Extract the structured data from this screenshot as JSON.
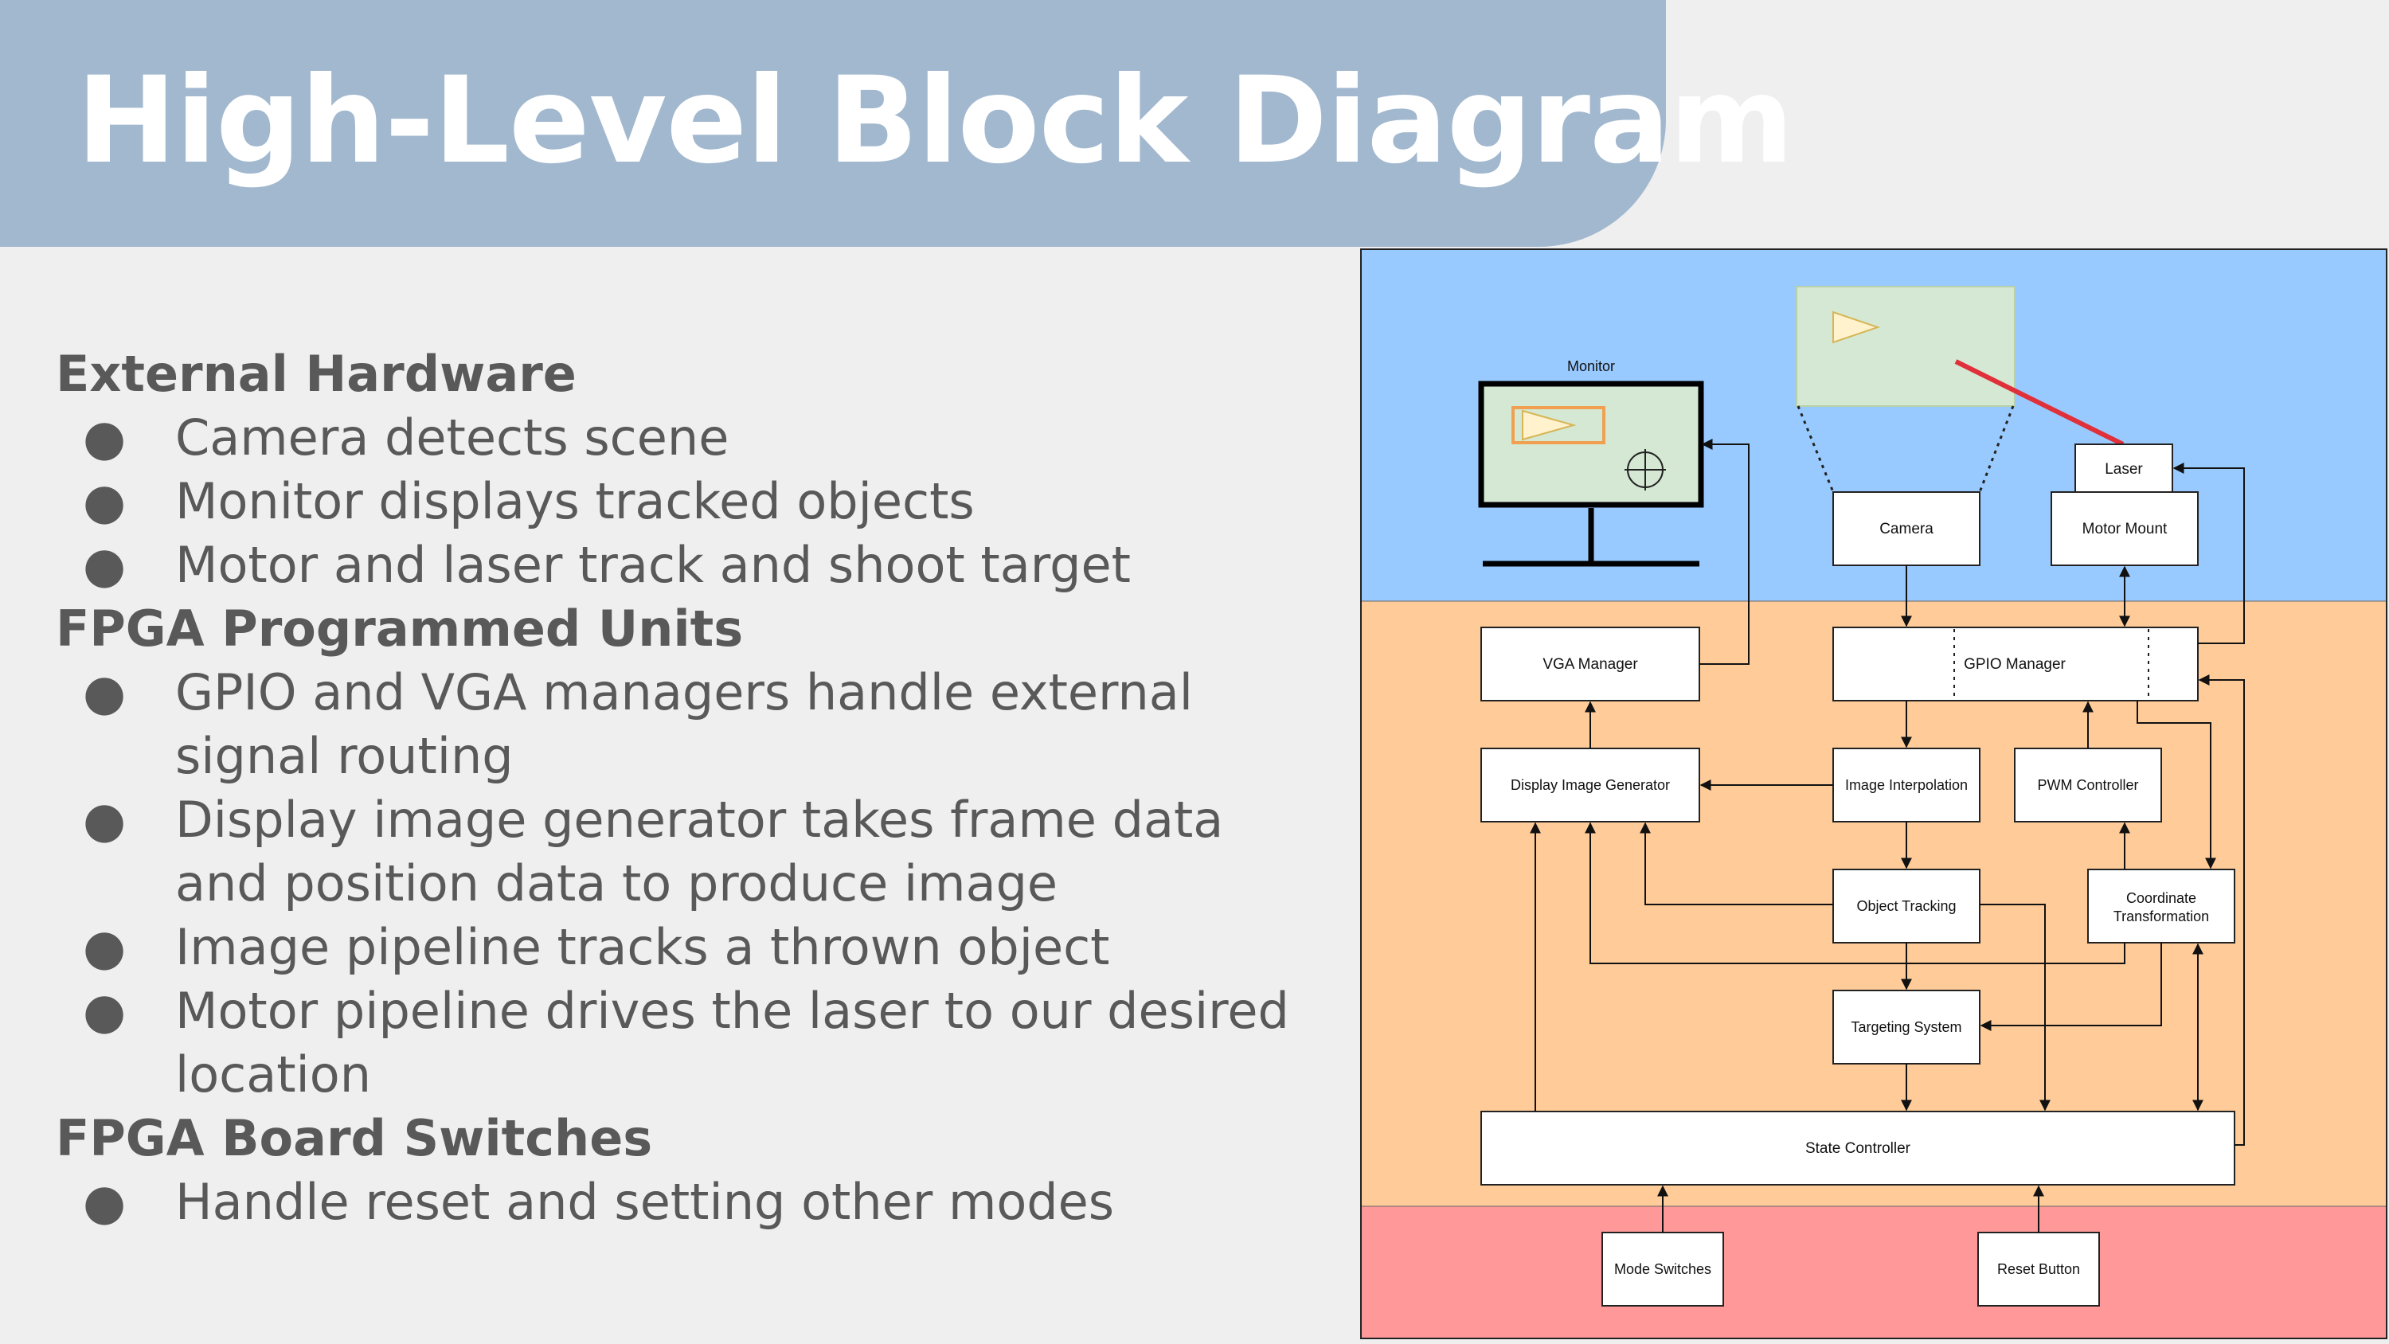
{
  "slide": {
    "title": "High-Level Block Diagram",
    "sections": [
      {
        "heading": "External Hardware",
        "bullets": [
          [
            "Camera detects scene"
          ],
          [
            "Monitor displays tracked objects"
          ],
          [
            "Motor and laser track and shoot target"
          ]
        ]
      },
      {
        "heading": "FPGA Programmed Units",
        "bullets": [
          [
            "GPIO and VGA managers handle external",
            "signal routing"
          ],
          [
            "Display image generator takes frame data",
            "and position data to produce image"
          ],
          [
            "Image pipeline tracks a thrown object"
          ],
          [
            "Motor pipeline drives the laser to our desired",
            "location"
          ]
        ]
      },
      {
        "heading": "FPGA Board Switches",
        "bullets": [
          [
            "Handle reset and setting other modes"
          ]
        ]
      }
    ],
    "bullet_glyph": "●"
  },
  "diagram": {
    "colors": {
      "external": "#99caff",
      "fpga": "#ffcc99",
      "switches": "#ff9999",
      "scene": "#d5e8d4",
      "laser_beam": "#e0303a"
    },
    "labels": {
      "monitor": "Monitor",
      "camera": "Camera",
      "laser": "Laser",
      "motor_mount": "Motor Mount",
      "vga_manager": "VGA Manager",
      "gpio_manager": "GPIO Manager",
      "display_image_generator": "Display Image Generator",
      "image_interpolation": "Image Interpolation",
      "pwm_controller": "PWM Controller",
      "object_tracking": "Object Tracking",
      "coordinate_transformation_1": "Coordinate",
      "coordinate_transformation_2": "Transformation",
      "targeting_system": "Targeting System",
      "state_controller": "State Controller",
      "mode_switches": "Mode Switches",
      "reset_button": "Reset Button"
    },
    "icons": [
      "crosshair-icon",
      "tracked-object-icon"
    ]
  }
}
